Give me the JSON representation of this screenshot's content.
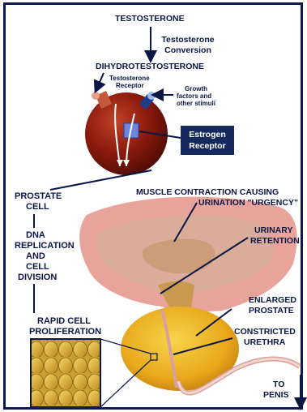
{
  "labels": {
    "testosterone": "TESTOSTERONE",
    "testosterone_conversion_1": "Testosterone",
    "testosterone_conversion_2": "Conversion",
    "dihydrotestosterone": "DIHYDROTESTOSTERONE",
    "testosterone_receptor_1": "Testosterone",
    "testosterone_receptor_2": "Receptor",
    "growth_factors_1": "Growth",
    "growth_factors_2": "factors and",
    "growth_factors_3": "other stimuli",
    "estrogen_receptor_1": "Estrogen",
    "estrogen_receptor_2": "Receptor",
    "prostate_cell_1": "PROSTATE",
    "prostate_cell_2": "CELL",
    "dna_1": "DNA",
    "dna_2": "REPLICATION",
    "dna_3": "AND",
    "dna_4": "CELL",
    "dna_5": "DIVISION",
    "rapid_1": "RAPID CELL",
    "rapid_2": "PROLIFERATION",
    "muscle_1": "MUSCLE CONTRACTION CAUSING",
    "muscle_2": "URINATION \"URGENCY\"",
    "urinary_1": "URINARY",
    "urinary_2": "RETENTION",
    "enlarged_1": "ENLARGED",
    "enlarged_2": "PROSTATE",
    "constricted_1": "CONSTRICTED",
    "constricted_2": "URETHRA",
    "to_penis_1": "TO",
    "to_penis_2": "PENIS"
  },
  "colors": {
    "text": "#0a1646",
    "border": "#0b1a55",
    "cell": "#8b1a0c",
    "bladder_wall": "#e8a49a",
    "bladder_inner": "#d9ad9a",
    "prostate": "#e8a81c",
    "estrogen_box": "#16295e"
  }
}
